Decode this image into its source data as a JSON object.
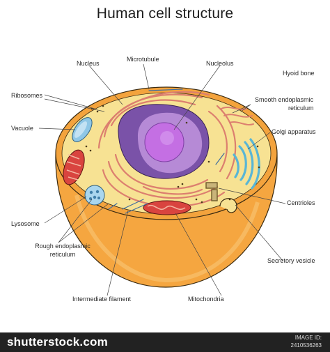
{
  "title": "Human cell structure",
  "labels": {
    "nucleus": "Nucleus",
    "microtubule": "Microtubule",
    "nucleolus": "Nucleolus",
    "hyoid_bone": "Hyoid bone",
    "ribosomes": "Ribosomes",
    "smooth_er_line1": "Smooth endoplasmic",
    "smooth_er_line2": "reticulum",
    "vacuole": "Vacuole",
    "golgi": "Golgi apparatus",
    "centrioles": "Centrioles",
    "lysosome": "Lysosome",
    "secretory_vesicle": "Secretory vesicle",
    "rough_er_line1": "Rough endoplasmic",
    "rough_er_line2": "reticulum",
    "intermediate_filament": "Intermediate filament",
    "mitochondria": "Mitochondria"
  },
  "footer": {
    "brand": "shutterstock.com",
    "image_id_line1": "IMAGE ID:",
    "image_id_line2": "2410536263"
  },
  "colors": {
    "cytoplasm": "#f6e190",
    "membrane_outer": "#f2a13b",
    "cell_body": "#f7b04a",
    "nucleus_dark": "#7a52a8",
    "nucleus_light": "#b487d4",
    "nucleolus": "#c46fe3",
    "rough_er": "#e1887a",
    "mitochondria": "#d9443f",
    "golgi": "#58b6d6",
    "vacuole": "#8fc7e6"
  }
}
